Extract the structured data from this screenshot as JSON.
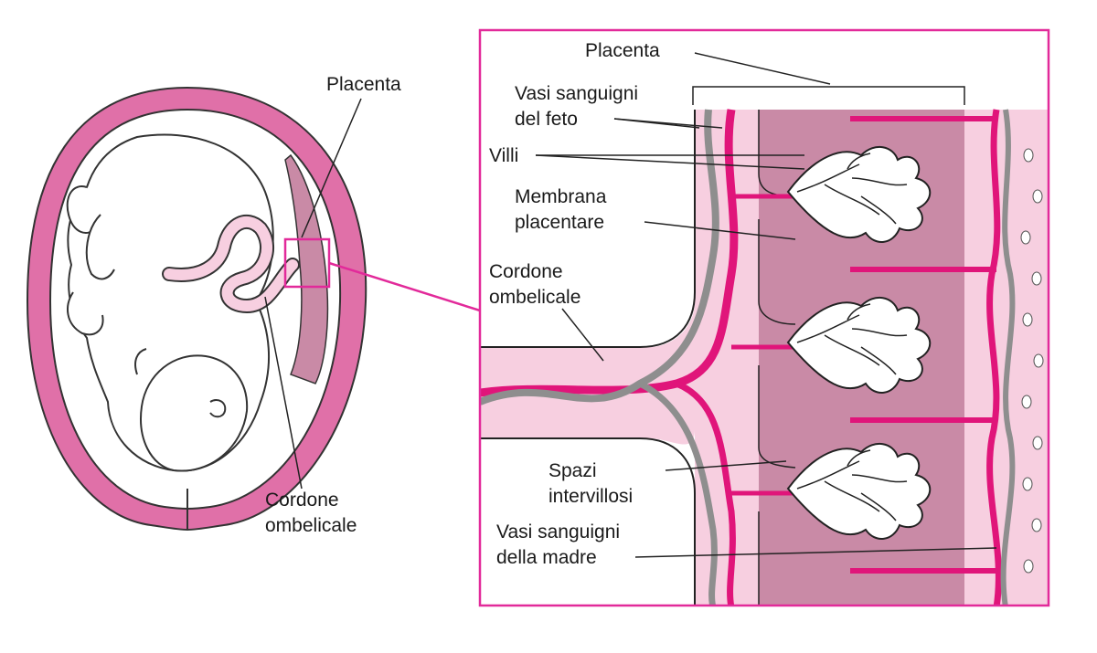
{
  "colors": {
    "pink": "#e070a8",
    "light_pink": "#f7cfe0",
    "mauve": "#c98aa6",
    "mauve_light": "#dcb0c4",
    "magenta": "#e0157a",
    "gray_vessel": "#8e8e8e",
    "frame": "#e22a9a",
    "line": "#222222"
  },
  "left": {
    "placenta": "Placenta",
    "cordone_1": "Cordone",
    "cordone_2": "ombelicale"
  },
  "detail": {
    "placenta": "Placenta",
    "vasi_feto_1": "Vasi sanguigni",
    "vasi_feto_2": "del feto",
    "villi": "Villi",
    "membrana_1": "Membrana",
    "membrana_2": "placentare",
    "cordone_1": "Cordone",
    "cordone_2": "ombelicale",
    "spazi_1": "Spazi",
    "spazi_2": "intervillosi",
    "vasi_madre_1": "Vasi sanguigni",
    "vasi_madre_2": "della madre"
  }
}
